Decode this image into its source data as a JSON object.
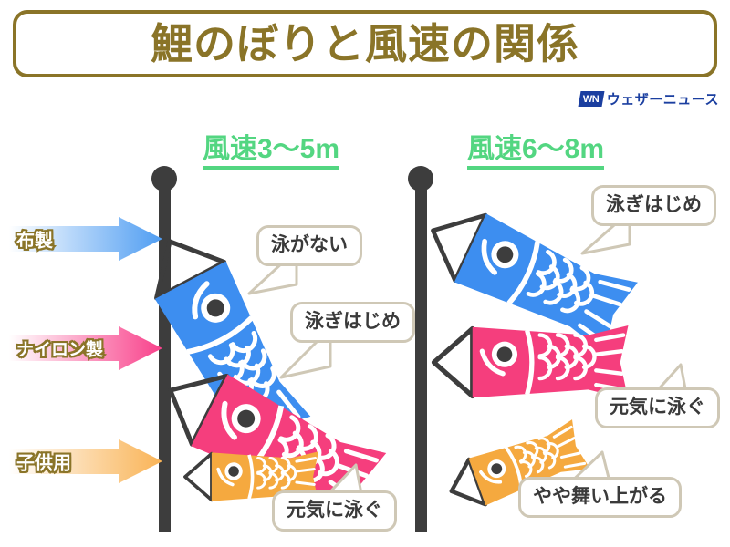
{
  "page": {
    "title": "鯉のぼりと風速の関係",
    "background_color": "#ffffff"
  },
  "brand": {
    "mark": "WN",
    "name": "ウェザーニュース",
    "color": "#1b3fa0"
  },
  "colors": {
    "title": "#8a7428",
    "heading_green": "#53d681",
    "pole": "#3d3d3d",
    "carp_blue": "#3d8ef0",
    "carp_pink": "#f53e7d",
    "carp_orange": "#f5a93f",
    "bubble_border": "#cfc8b6",
    "bubble_text": "#3a3a3a"
  },
  "columns": [
    {
      "id": "wind-3-5",
      "label": "風速3〜5m"
    },
    {
      "id": "wind-6-8",
      "label": "風速6〜8m"
    }
  ],
  "rows": [
    {
      "id": "cloth",
      "label": "布製",
      "arrow_color_from": "#ffffff",
      "arrow_color_to": "#4f9df2"
    },
    {
      "id": "nylon",
      "label": "ナイロン製",
      "arrow_color_from": "#ffffff",
      "arrow_color_to": "#f8408a"
    },
    {
      "id": "kids",
      "label": "子供用",
      "arrow_color_from": "#ffffff",
      "arrow_color_to": "#f9b355"
    }
  ],
  "cells": [
    {
      "row": "cloth",
      "column": "wind-3-5",
      "carp_color": "#3d8ef0",
      "angle_deg": 62,
      "caption": "泳がない"
    },
    {
      "row": "nylon",
      "column": "wind-3-5",
      "carp_color": "#f53e7d",
      "angle_deg": 27,
      "caption": "泳ぎはじめ"
    },
    {
      "row": "kids",
      "column": "wind-3-5",
      "carp_color": "#f5a93f",
      "angle_deg": 0,
      "caption": "元気に泳ぐ"
    },
    {
      "row": "cloth",
      "column": "wind-6-8",
      "carp_color": "#3d8ef0",
      "angle_deg": 25,
      "caption": "泳ぎはじめ"
    },
    {
      "row": "nylon",
      "column": "wind-6-8",
      "carp_color": "#f53e7d",
      "angle_deg": 0,
      "caption": "元気に泳ぐ"
    },
    {
      "row": "kids",
      "column": "wind-6-8",
      "carp_color": "#f5a93f",
      "angle_deg": -20,
      "caption": "やや舞い上がる"
    }
  ]
}
